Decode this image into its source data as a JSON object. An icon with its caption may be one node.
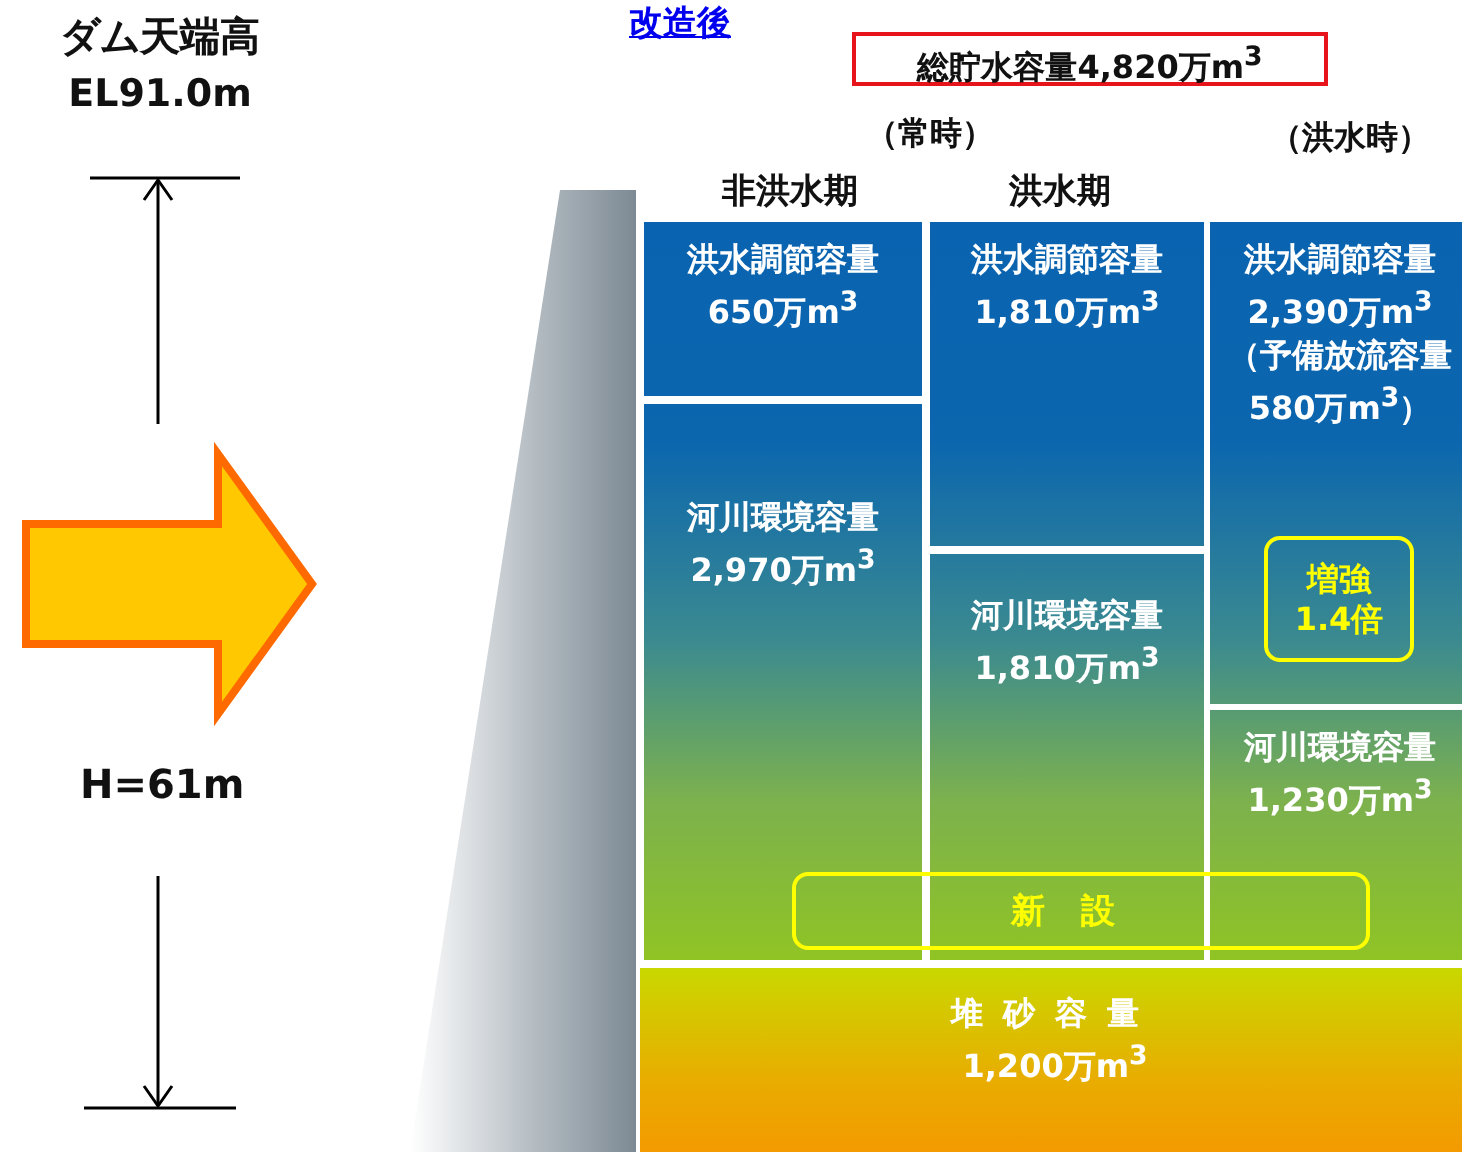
{
  "diagram": {
    "title": "改造後",
    "nodes": [
      {
        "text": [
          "総貯水容量4,820万m$^{3}$"
        ]
      },
      {
        "text": [
          "洪水調節容量",
          "650万m$^{3}$"
        ]
      },
      {
        "text": [
          "洪水調節容量",
          "1,810万m$^{3}$"
        ]
      },
      {
        "text": [
          "洪水調節容量",
          "2,390万m$^{3}$",
          "（予備放流容量580万m$^{3}$）"
        ]
      },
      {
        "text": [
          "増強1.4倍"
        ],
        "in": 3
      },
      {
        "text": [
          "河川環境容量",
          "2,970万m$^{3}$"
        ]
      },
      {
        "text": [
          "河川環境容量",
          "1,810万m$^{3}$"
        ]
      },
      {
        "text": [
          "河川環境容量",
          "1,230万m$^{3}$"
        ]
      },
      {
        "text": [
          "新設"
        ]
      },
      {
        "text": [
          "堆砂容量",
          "1,200万m$^{3}$"
        ]
      }
    ],
    "edges": [],
    "labels": [
      "ダム天端高",
      "EL91.0m",
      "（常時）",
      "（洪水時）",
      "非洪水期",
      "洪水期",
      "H=61m"
    ]
  }
}
